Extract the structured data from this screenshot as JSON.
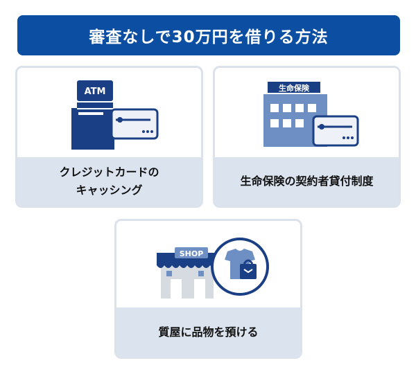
{
  "title": "審査なしで30万円を借りる方法",
  "colors": {
    "navy": "#0b4ea2",
    "dark_navy": "#1b3f84",
    "mid_blue": "#6e8fc4",
    "light_blue": "#dbe3ef",
    "border": "#dbe2ec",
    "gray": "#cfd3d9"
  },
  "cards": [
    {
      "label_line1": "クレジットカードの",
      "label_line2": "キャッシング",
      "illustration": "atm-with-card",
      "atm_text": "ATM"
    },
    {
      "label": "生命保険の契約者貸付制度",
      "illustration": "insurance-building-with-card",
      "sign_text": "生命保険"
    },
    {
      "label": "質屋に品物を預ける",
      "illustration": "shop-with-items",
      "shop_sign": "SHOP"
    }
  ]
}
